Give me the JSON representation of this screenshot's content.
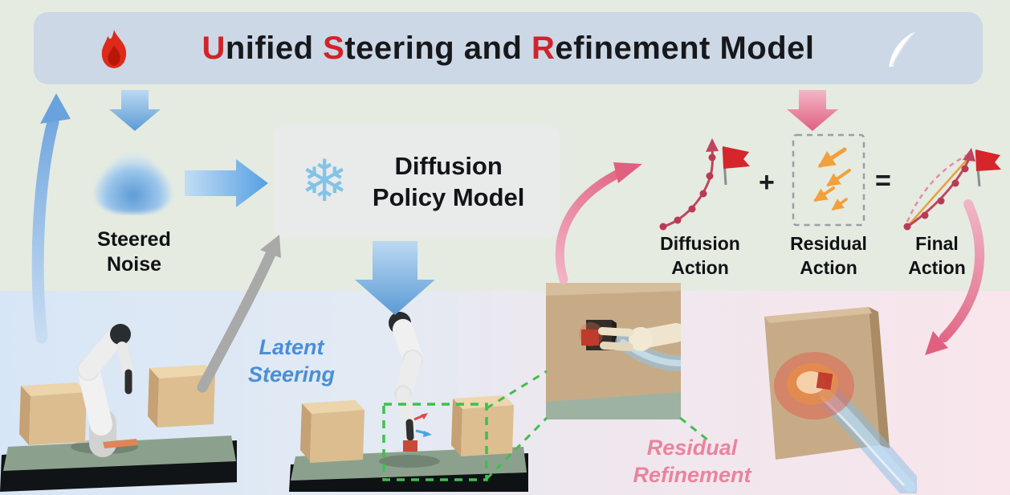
{
  "banner": {
    "title": {
      "u": "U",
      "nified": "nified ",
      "s": "S",
      "teering": "teering and ",
      "r": "R",
      "efinement": "efinement Model"
    }
  },
  "labels": {
    "steered_noise": {
      "line1": "Steered",
      "line2": "Noise"
    },
    "dpm": {
      "line1": "Diffusion",
      "line2": "Policy Model"
    },
    "diffusion_action": {
      "line1": "Diffusion",
      "line2": "Action"
    },
    "residual_action": {
      "line1": "Residual",
      "line2": "Action"
    },
    "final_action": {
      "line1": "Final",
      "line2": "Action"
    },
    "latent_steering": {
      "line1": "Latent",
      "line2": "Steering"
    },
    "residual_refinement": {
      "line1": "Residual",
      "line2": "Refinement"
    }
  },
  "operators": {
    "plus": "+",
    "equals": "="
  },
  "icons": {
    "snowflake": "❄",
    "flame": "flame-icon",
    "feather": "feather-icon"
  },
  "colors": {
    "accent_red": "#d2232a",
    "banner_bg": "#ccd8e6",
    "blue_arrow": "#5b9bd5",
    "pink_arrow": "#e0607f",
    "latent_blue": "#4a8fd6",
    "refine_pink": "#e9849e",
    "green_dashed": "#3fbf4e"
  }
}
